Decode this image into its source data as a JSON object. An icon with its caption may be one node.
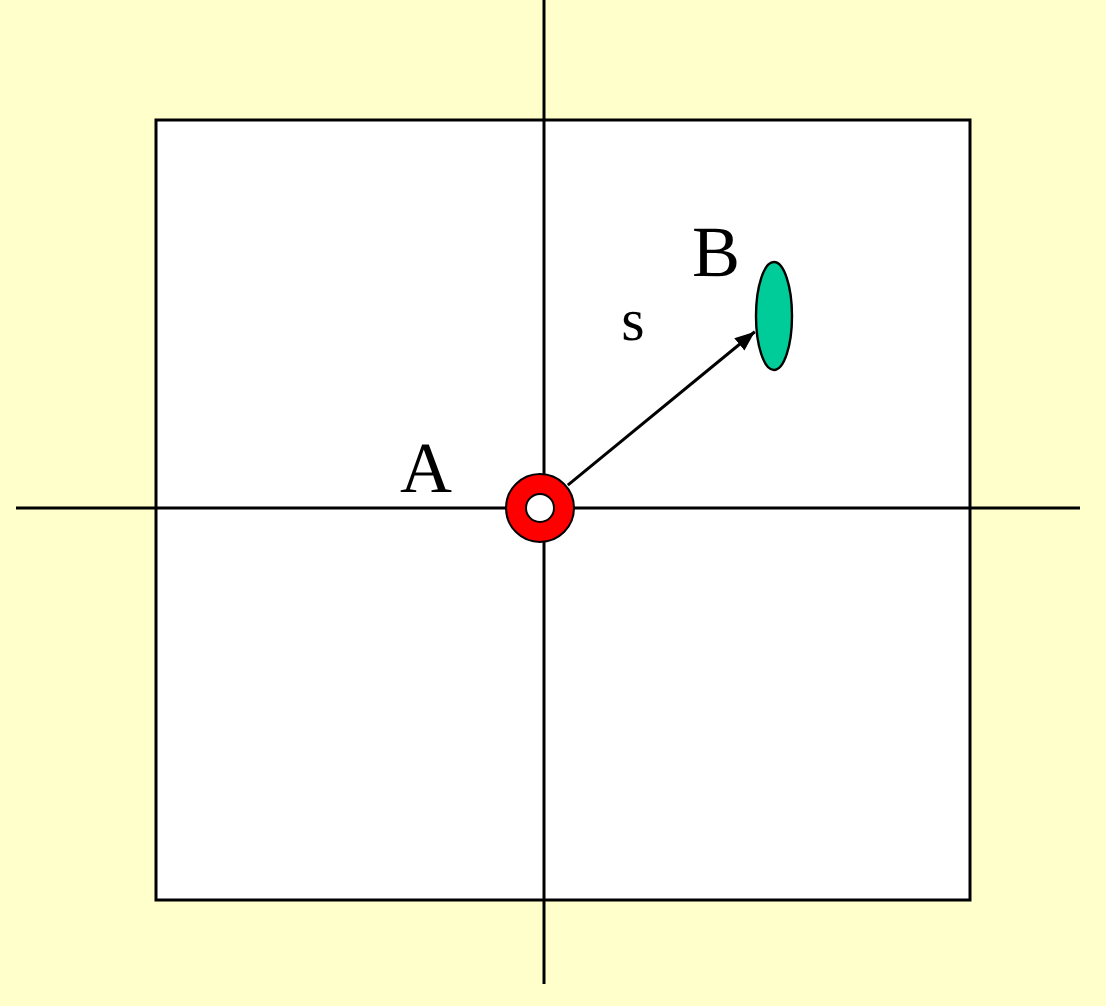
{
  "diagram": {
    "nodes": [
      {
        "text": [],
        "shape": "circle",
        "beside": [
          "A"
        ]
      },
      {
        "text": [],
        "shape": "ellipse",
        "beside": [
          "B"
        ]
      }
    ],
    "edges": [
      {
        "from": 0,
        "to": 1,
        "arrow": "to",
        "label": "s"
      }
    ]
  }
}
